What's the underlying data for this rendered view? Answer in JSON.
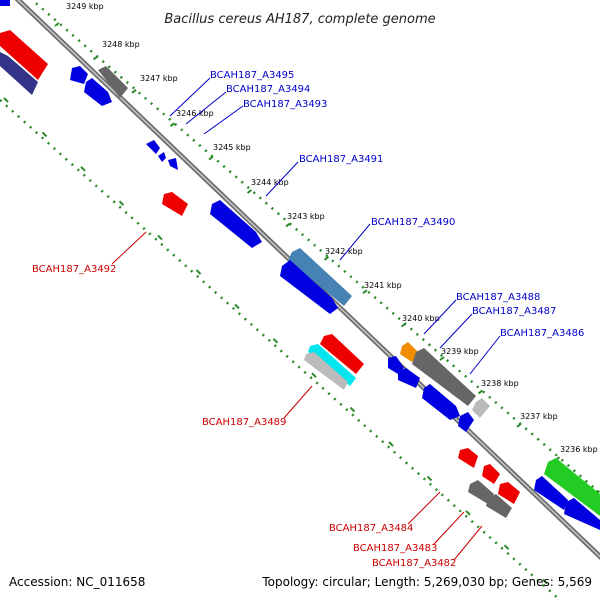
{
  "title": "Bacillus cereus AH187, complete genome",
  "footer": {
    "accession": "Accession: NC_011658",
    "topology": "Topology: circular; Length: 5,269,030 bp; Genes: 5,569"
  },
  "scale_ticks": [
    "3249 kbp",
    "3248 kbp",
    "3247 kbp",
    "3246 kbp",
    "3245 kbp",
    "3244 kbp",
    "3243 kbp",
    "3242 kbp",
    "3241 kbp",
    "3240 kbp",
    "3239 kbp",
    "3238 kbp",
    "3237 kbp",
    "3236 kbp"
  ],
  "gene_labels": [
    {
      "text": "BCAH187_A3495",
      "strand": "forward"
    },
    {
      "text": "BCAH187_A3494",
      "strand": "forward"
    },
    {
      "text": "BCAH187_A3493",
      "strand": "forward"
    },
    {
      "text": "BCAH187_A3491",
      "strand": "forward"
    },
    {
      "text": "BCAH187_A3490",
      "strand": "forward"
    },
    {
      "text": "BCAH187_A3488",
      "strand": "forward"
    },
    {
      "text": "BCAH187_A3487",
      "strand": "forward"
    },
    {
      "text": "BCAH187_A3486",
      "strand": "forward"
    },
    {
      "text": "BCAH187_A3492",
      "strand": "reverse"
    },
    {
      "text": "BCAH187_A3489",
      "strand": "reverse"
    },
    {
      "text": "BCAH187_A3484",
      "strand": "reverse"
    },
    {
      "text": "BCAH187_A3483",
      "strand": "reverse"
    },
    {
      "text": "BCAH187_A3482",
      "strand": "reverse"
    }
  ],
  "colors": {
    "forward_label": "#0000cc",
    "reverse_label": "#cc0000",
    "backbone": "#7a7a7a",
    "tick_dots": "#2a8a2a",
    "gene_blue": "#0000e0",
    "gene_red": "#ee0000",
    "gene_gray": "#666666",
    "gene_steelblue": "#4682b4",
    "gene_orange": "#f08c00",
    "gene_cyan": "#00e5ee",
    "gene_green": "#22cc22",
    "gene_navy": "#333388"
  }
}
